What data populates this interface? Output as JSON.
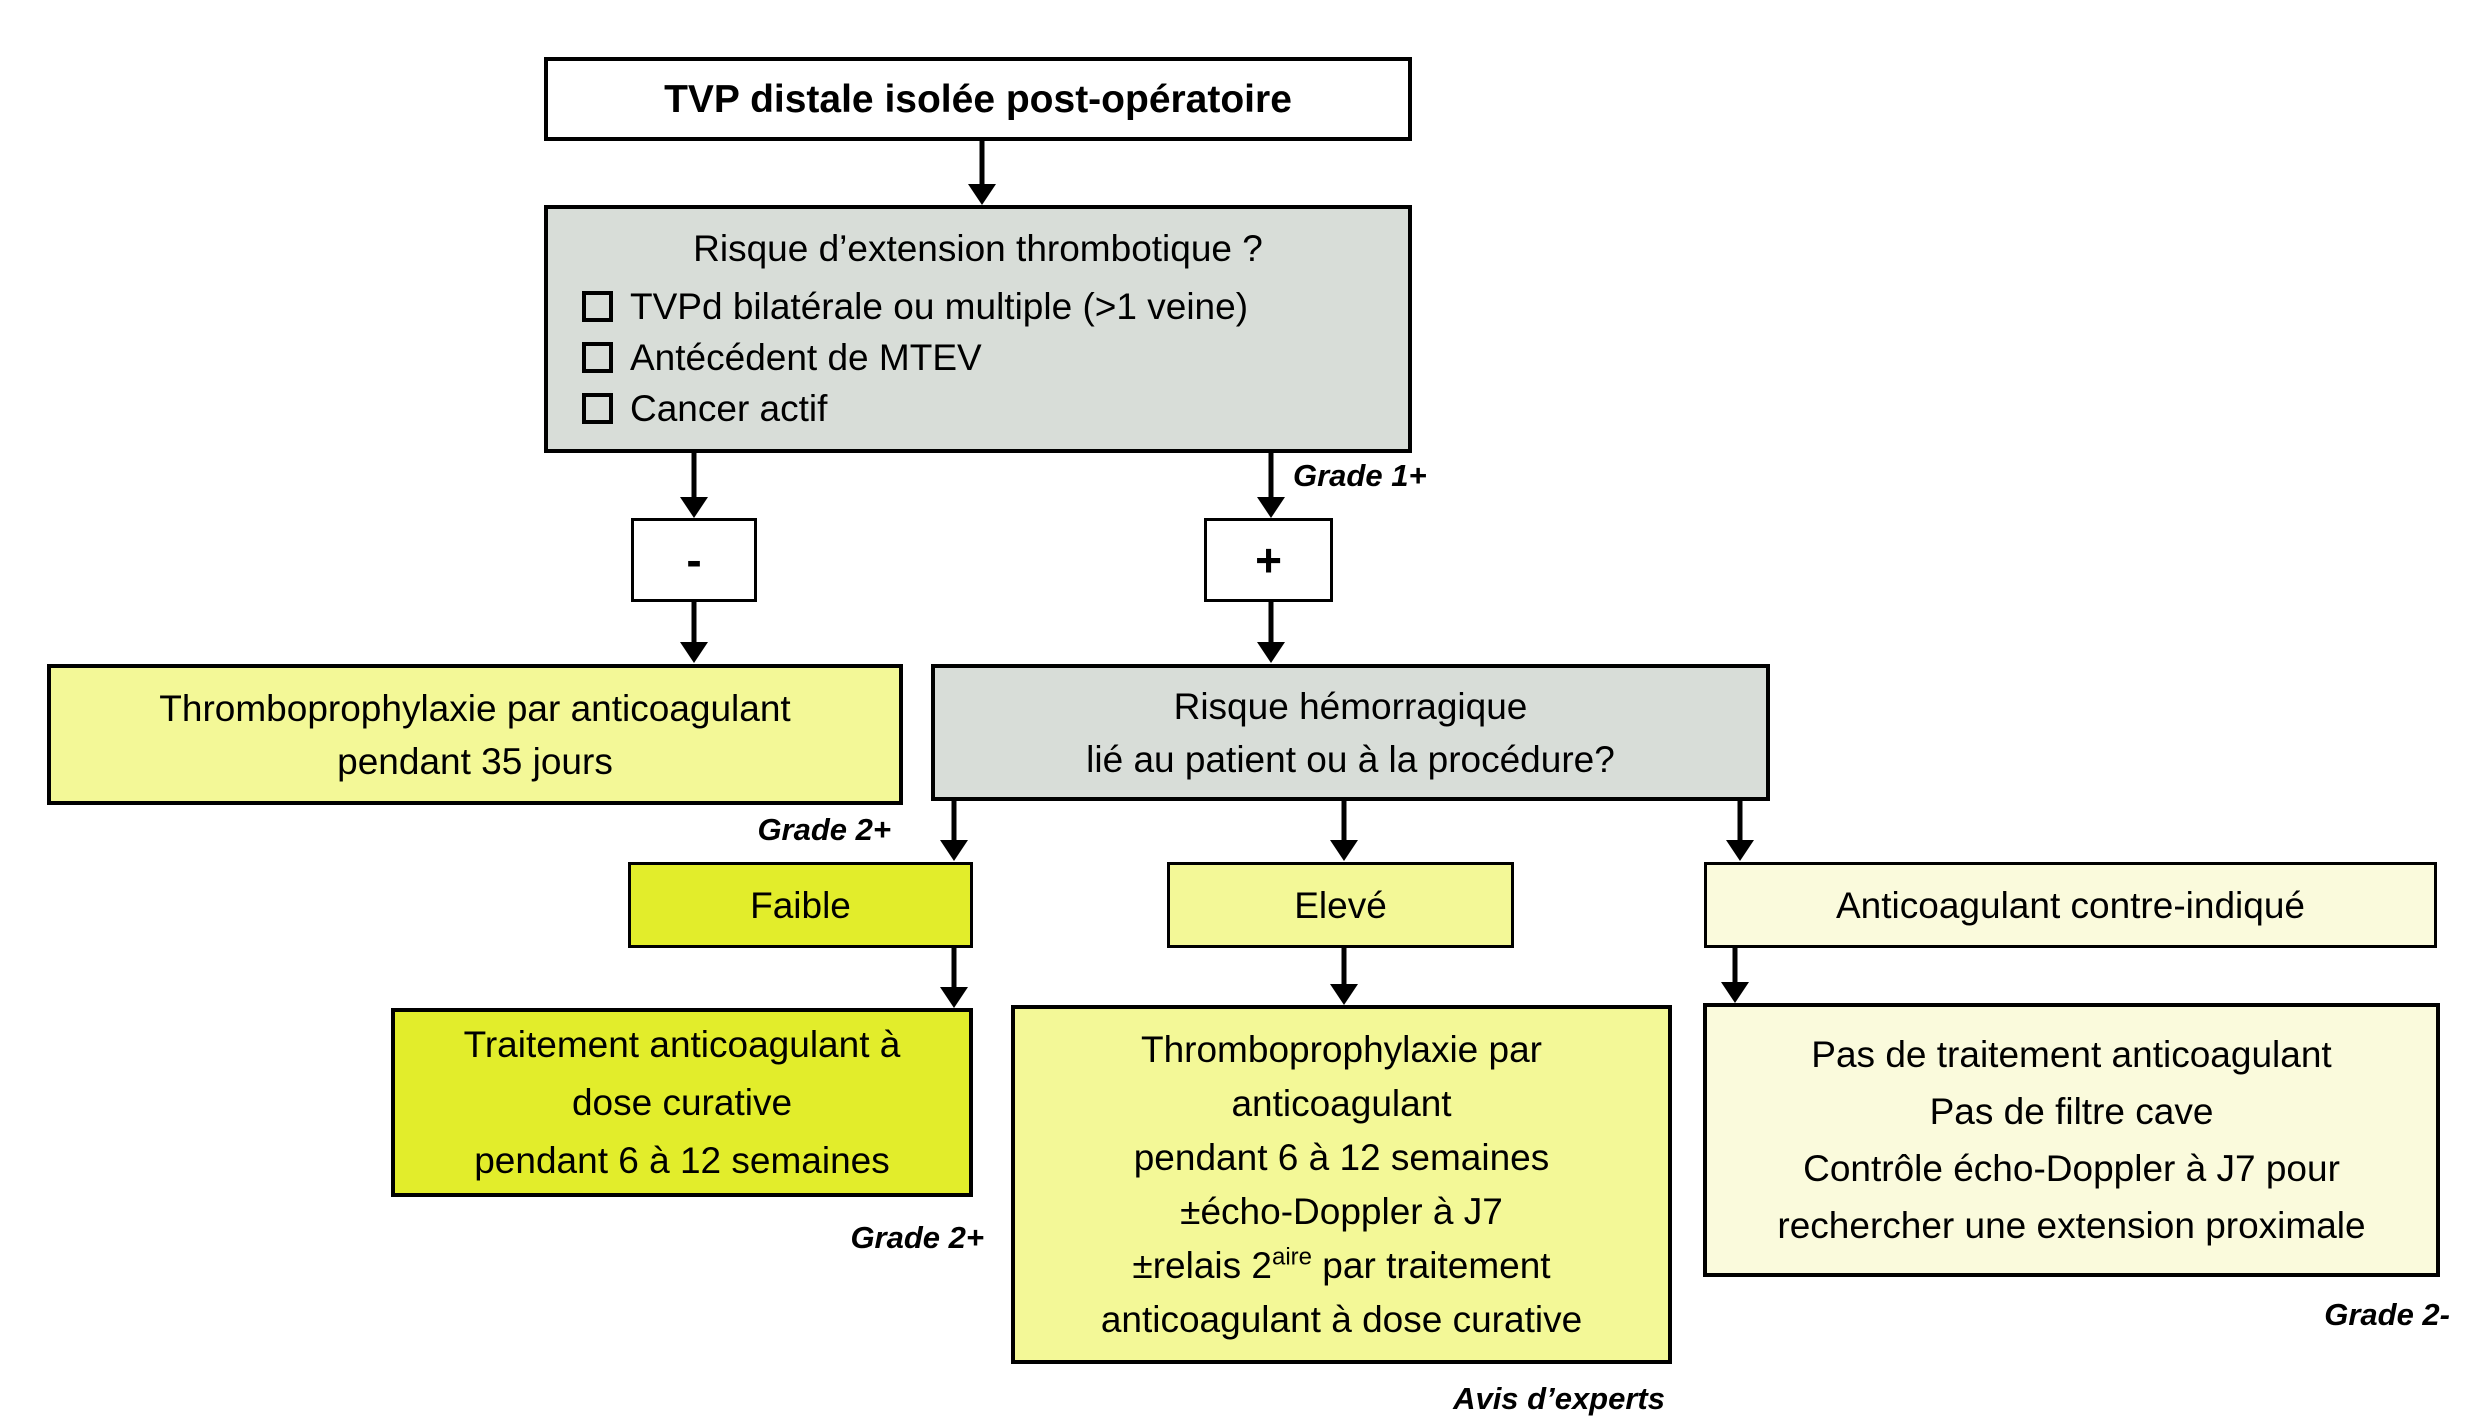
{
  "colors": {
    "gray_fill": "#D8DDD8",
    "pale_yellow_fill": "#F3F897",
    "bright_yellow_fill": "#E2ED2B",
    "cream_fill": "#FAFADC",
    "white_fill": "#FFFFFF",
    "border": "#000000"
  },
  "root": {
    "title": "TVP distale isolée post-opératoire"
  },
  "extension_risk": {
    "question": "Risque d’extension thrombotique ?",
    "items": [
      "TVPd bilatérale ou multiple (>1 veine)",
      "Antécédent de MTEV",
      "Cancer actif"
    ]
  },
  "branches": {
    "negative_label": "-",
    "positive_label": "+",
    "positive_grade": "Grade 1+"
  },
  "prophylaxis_35": {
    "line1": "Thromboprophylaxie par anticoagulant",
    "line2": "pendant 35 jours",
    "grade": "Grade 2+"
  },
  "bleeding_risk": {
    "line1": "Risque hémorragique",
    "line2": "lié au patient ou à la procédure?"
  },
  "options": {
    "low": "Faible",
    "high": "Elevé",
    "contraindicated": "Anticoagulant contre-indiqué"
  },
  "curative": {
    "line1": "Traitement anticoagulant à",
    "line2": "dose curative",
    "line3": "pendant 6 à 12 semaines",
    "grade": "Grade 2+"
  },
  "secondary": {
    "line1": "Thromboprophylaxie par",
    "line2": "anticoagulant",
    "line3": "pendant 6 à 12 semaines",
    "line4": "±écho-Doppler à J7",
    "line5_pre": "±relais 2",
    "line5_sup": "aire",
    "line5_post": " par traitement",
    "line6": "anticoagulant à dose curative",
    "note": "Avis d’experts"
  },
  "no_treatment": {
    "line1": "Pas de traitement anticoagulant",
    "line2": "Pas de filtre cave",
    "line3": "Contrôle écho-Doppler à J7 pour",
    "line4": "rechercher une extension proximale",
    "grade": "Grade 2-"
  }
}
